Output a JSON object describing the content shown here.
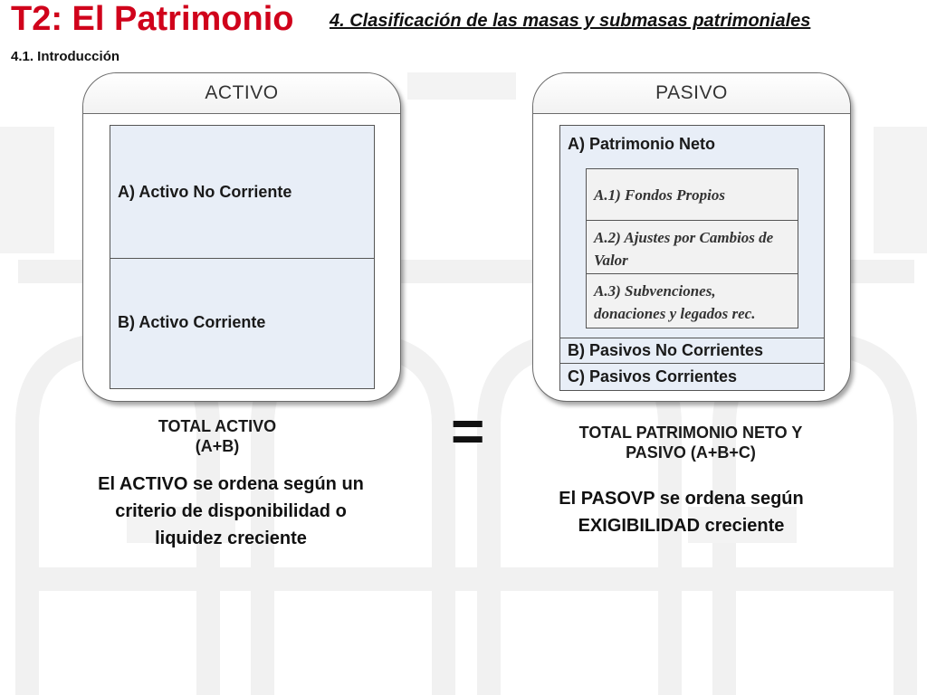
{
  "slide": {
    "title": "T2:  El Patrimonio",
    "section": "4. Clasificación de las masas y submasas patrimoniales",
    "subsection": "4.1. Introducción"
  },
  "activo": {
    "header": "ACTIVO",
    "box_a": "A) Activo No Corriente",
    "box_b": "B) Activo Corriente",
    "total_line1": "TOTAL ACTIVO",
    "total_line2": "(A+B)",
    "explanation": "El ACTIVO se ordena según un criterio de disponibilidad o liquidez creciente"
  },
  "equals_sign": "=",
  "pasivo": {
    "header": "PASIVO",
    "box_a": "A) Patrimonio Neto",
    "sub_items": [
      "A.1) Fondos Propios",
      "A.2) Ajustes por Cambios de Valor",
      "A.3) Subvenciones, donaciones y legados rec."
    ],
    "box_b": "B) Pasivos No Corrientes",
    "box_c": "C) Pasivos  Corrientes",
    "total_line1": "TOTAL PATRIMONIO NETO Y",
    "total_line2": "PASIVO (A+B+C)",
    "explanation": "El PASOVP se ordena según EXIGIBILIDAD creciente"
  }
}
